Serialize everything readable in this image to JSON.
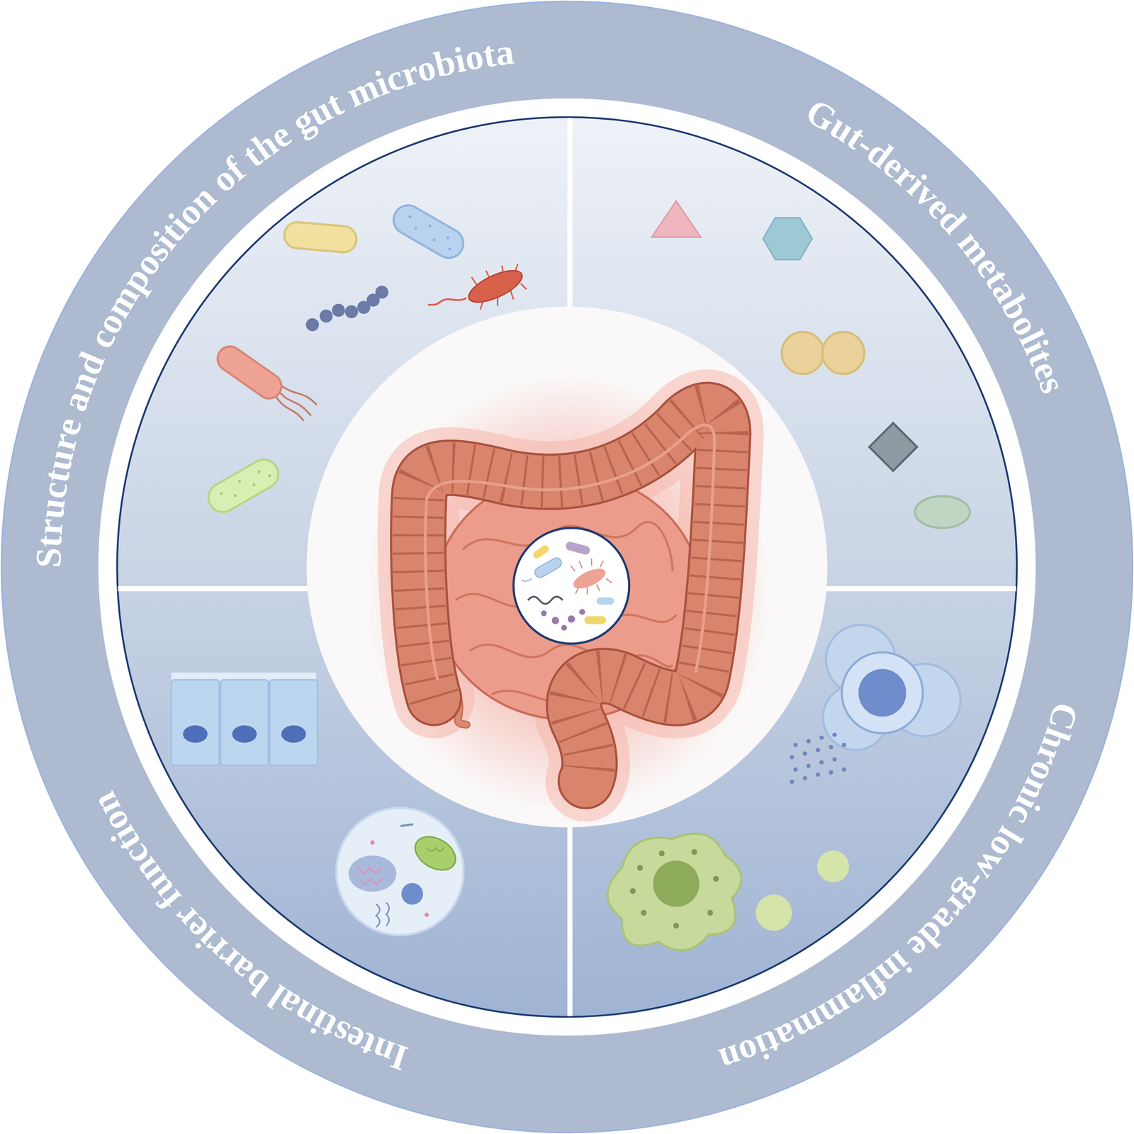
{
  "diagram": {
    "labels": [
      "Structure and composition of the gut microbiota",
      "Gut-derived metabolites",
      "Chronic low-grade inflammation",
      "Intestinal barrier function"
    ]
  }
}
